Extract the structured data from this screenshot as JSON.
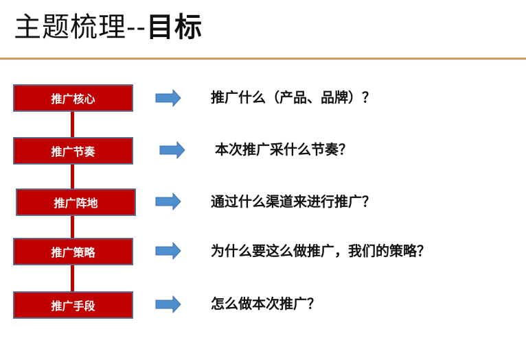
{
  "slide": {
    "title_serif": "主题梳理--",
    "title_sans": "目标",
    "rule_color": "#D09A60",
    "box_color": "#C00000",
    "box_border_color": "#5A6A8A",
    "arrow_color": "#4F8FD0"
  },
  "rows": [
    {
      "label": "推广核心",
      "description": "推广什么（产品、品牌）？"
    },
    {
      "label": "推广节奏",
      "description": "本次推广采什么节奏？"
    },
    {
      "label": "推广阵地",
      "description": "通过什么渠道来进行推广？"
    },
    {
      "label": "推广策略",
      "description": "为什么要这么做推广，我们的策略？"
    },
    {
      "label": "推广手段",
      "description": "怎么做本次推广？"
    }
  ]
}
